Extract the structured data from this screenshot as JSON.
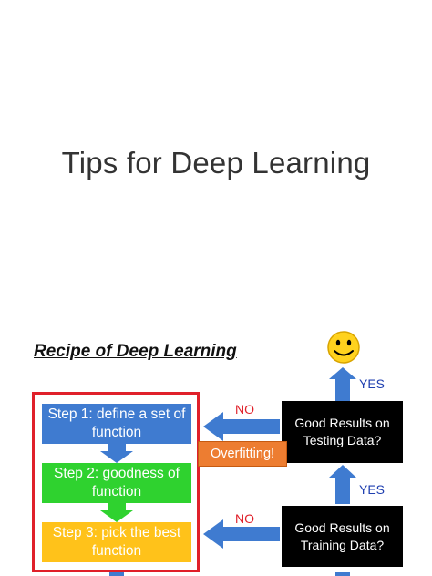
{
  "title": "Tips for Deep Learning",
  "recipe": {
    "heading": "Recipe of Deep Learning"
  },
  "steps": [
    {
      "label": "Step 1: define a set of function",
      "color": "#3f7bd0"
    },
    {
      "label": "Step 2: goodness of function",
      "color": "#2fd22f"
    },
    {
      "label": "Step 3: pick the best function",
      "color": "#ffc21a"
    }
  ],
  "questions": {
    "testing": "Good Results on Testing Data?",
    "training": "Good Results on Training Data?"
  },
  "labels": {
    "no_top": "NO",
    "no_bottom": "NO",
    "yes_top": "YES",
    "yes_bottom": "YES",
    "overfitting": "Overfitting!"
  },
  "icons": {
    "smiley": "smiley-face-icon"
  },
  "colors": {
    "arrow": "#3f7bd0",
    "frame": "#e0202a",
    "no_text": "#e0202a",
    "yes_text": "#1f3fb0",
    "overfitting": "#ed7d31"
  }
}
